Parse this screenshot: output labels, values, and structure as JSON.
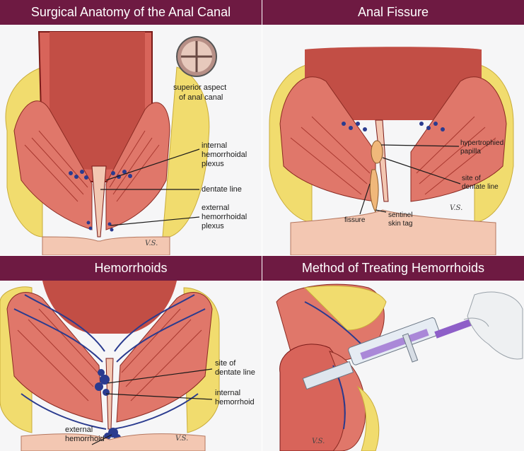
{
  "panels": [
    {
      "title": "Surgical Anatomy of the Anal Canal",
      "labels": {
        "inset": "superior aspect\nof anal canal",
        "internal_plexus": "internal\nhemorrhoidal\nplexus",
        "dentate_line": "dentate line",
        "external_plexus": "external\nhemorrhoidal\nplexus"
      }
    },
    {
      "title": "Anal Fissure",
      "labels": {
        "papilla": "hypertrophied\npapilla",
        "dentate_line": "site of\ndentate line",
        "fissure": "fissure",
        "skin_tag": "sentinel\nskin tag"
      }
    },
    {
      "title": "Hemorrhoids",
      "labels": {
        "dentate_line": "site of\ndentate line",
        "internal_hemorrhoid": "internal\nhemorrhoid",
        "external_hemorrhoid": "external\nhemorrhoid"
      }
    },
    {
      "title": "Method of Treating Hemorrhoids",
      "labels": {}
    }
  ],
  "colors": {
    "header": "#6e1a42",
    "muscle": "#e0776a",
    "muscle_dark": "#c94f43",
    "fat": "#f1dc6e",
    "mucosa": "#d8645a",
    "vessel": "#2a3b8f",
    "skin": "#f3c7b2"
  }
}
